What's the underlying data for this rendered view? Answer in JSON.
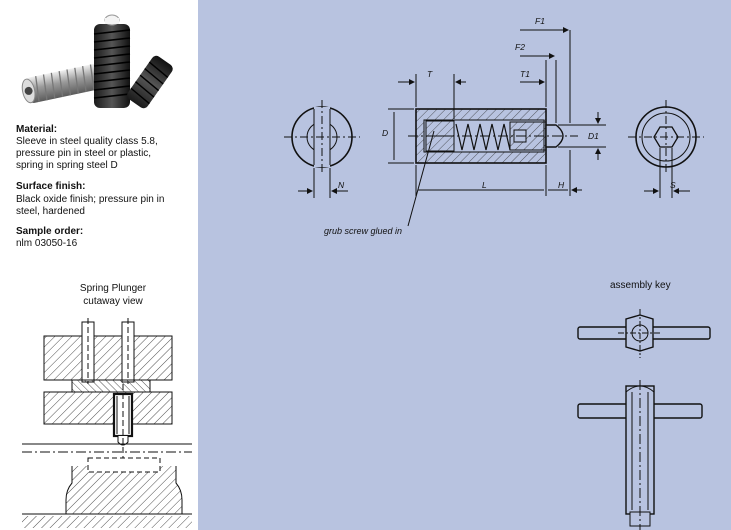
{
  "material": {
    "heading": "Material:",
    "lines": [
      "Sleeve in steel quality class 5.8,",
      "pressure pin in steel or plastic,",
      "spring in spring steel D"
    ]
  },
  "surface": {
    "heading": "Surface finish:",
    "lines": [
      "Black oxide finish; pressure pin in",
      "steel, hardened"
    ]
  },
  "sample": {
    "heading": "Sample order:",
    "value": "nlm 03050-16"
  },
  "cutaway": {
    "title_lines": [
      "Spring Plunger",
      "cutaway view"
    ]
  },
  "drawing": {
    "labels": {
      "F1": "F1",
      "F2": "F2",
      "T": "T",
      "T1": "T1",
      "D": "D",
      "D1": "D1",
      "N": "N",
      "L": "L",
      "H": "H",
      "S": "S"
    },
    "callout": "grub screw glued in",
    "assembly_key": "assembly key"
  },
  "colors": {
    "panel_bg": "#b8c3e0",
    "line": "#111111"
  }
}
